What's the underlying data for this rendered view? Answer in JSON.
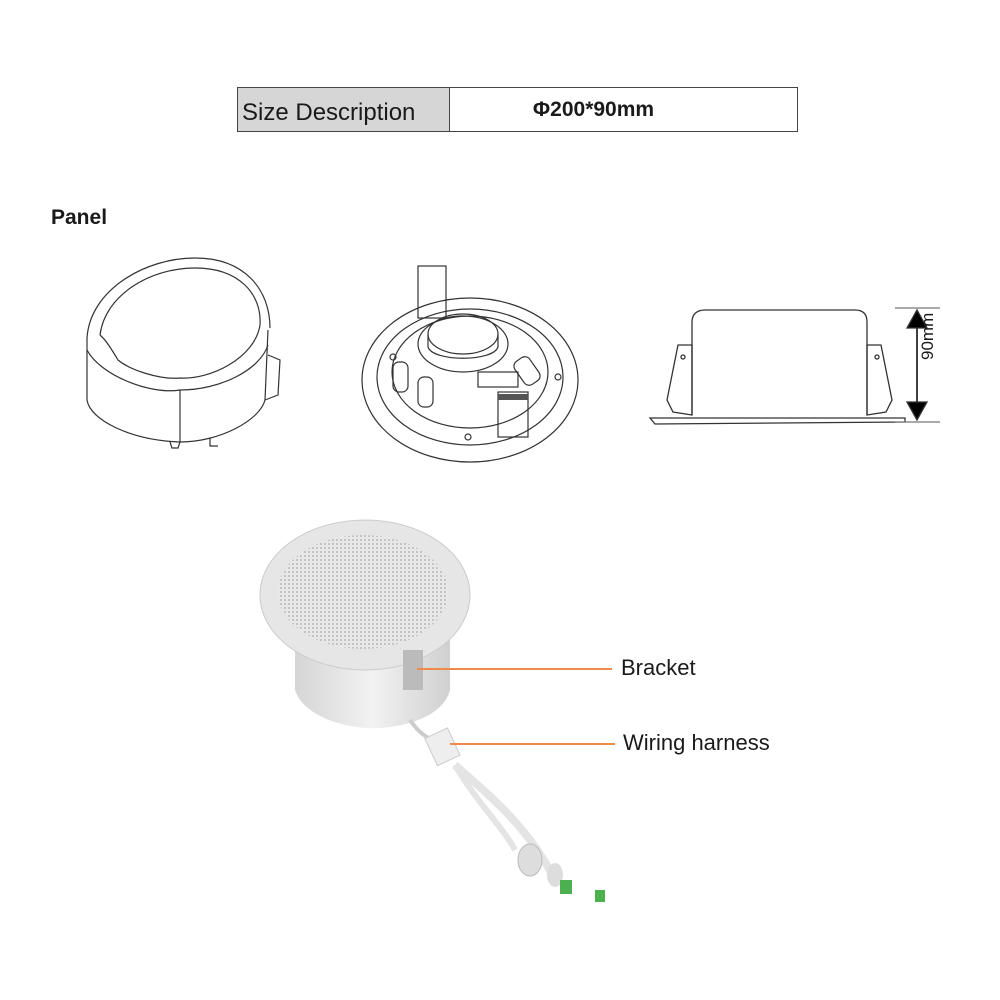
{
  "size_table": {
    "label": "Size Description",
    "value": "Φ200*90mm"
  },
  "section": {
    "title": "Panel"
  },
  "drawings": [
    {
      "name": "back-housing-view"
    },
    {
      "name": "rear-speaker-view"
    },
    {
      "name": "side-profile-view",
      "dimension_label": "90mm"
    }
  ],
  "product_photo": {
    "callouts": [
      {
        "label": "Bracket"
      },
      {
        "label": "Wiring harness"
      }
    ],
    "leader_color": "#f08a4b"
  }
}
